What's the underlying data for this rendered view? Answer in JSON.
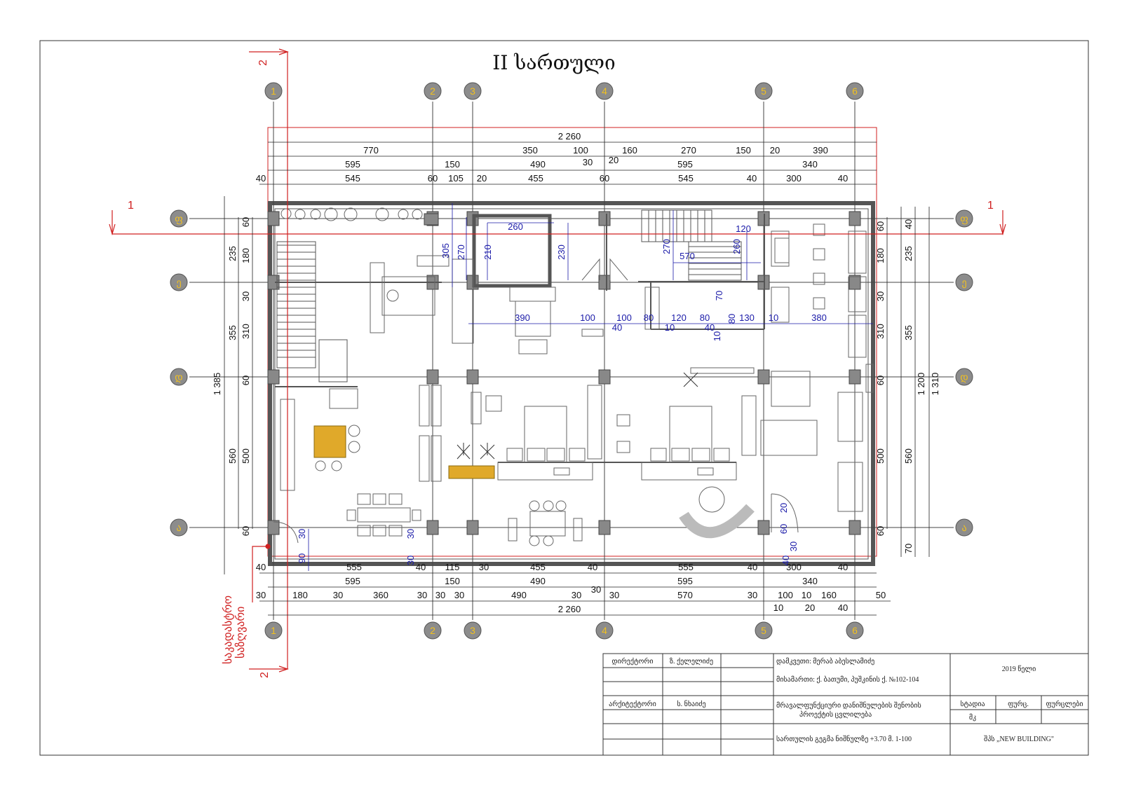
{
  "title": "II სართული",
  "axes": {
    "vertical": [
      "1",
      "2",
      "3",
      "4",
      "5",
      "6"
    ],
    "horizontal": [
      "ფ",
      "ე",
      "დ",
      "ა"
    ]
  },
  "section_marks": {
    "one": "1",
    "two": "2"
  },
  "boundary_label": [
    "საკადასტრო",
    "საზღვარი"
  ],
  "top_dims": {
    "total": "2 260",
    "row1": [
      "770",
      "350",
      "100",
      "160",
      "270",
      "150",
      "20",
      "390"
    ],
    "row1b": [
      "30",
      "20"
    ],
    "row2": [
      "595",
      "150",
      "490",
      "595",
      "340"
    ],
    "row3": [
      "40",
      "545",
      "60",
      "105",
      "20",
      "455",
      "60",
      "545",
      "40",
      "300",
      "40"
    ]
  },
  "bottom_dims": {
    "row1": [
      "40",
      "555",
      "40",
      "115",
      "30",
      "455",
      "40",
      "555",
      "40",
      "300",
      "40"
    ],
    "row2": [
      "595",
      "150",
      "490",
      "595",
      "340"
    ],
    "row2b": "30",
    "row3": [
      "30",
      "180",
      "30",
      "360",
      "30",
      "30",
      "30",
      "490",
      "30",
      "30",
      "570",
      "30",
      "100",
      "10",
      "160",
      "50"
    ],
    "row3b": [
      "10",
      "20",
      "40"
    ],
    "total": "2 260"
  },
  "left_dims": {
    "inner": [
      "60",
      "180",
      "30",
      "310",
      "60",
      "500",
      "60"
    ],
    "outer": [
      "235",
      "355",
      "560"
    ],
    "total": "1 385"
  },
  "right_dims": {
    "inner": [
      "60",
      "180",
      "30",
      "310",
      "60",
      "500",
      "60"
    ],
    "outer": [
      "40",
      "235",
      "355",
      "560",
      "70"
    ],
    "total1": "1 200",
    "total2": "1 310"
  },
  "interior_dims": [
    "305",
    "270",
    "260",
    "210",
    "230",
    "270",
    "570",
    "120",
    "260",
    "390",
    "100",
    "100",
    "80",
    "120",
    "80",
    "130",
    "10",
    "380",
    "40",
    "40",
    "70",
    "80",
    "10",
    "10",
    "30",
    "30",
    "90",
    "30",
    "20",
    "60",
    "30",
    "40"
  ],
  "title_block": {
    "director_label": "დირექტორი",
    "director_name": "ზ. ქელელიძე",
    "architect_label": "არქიტექტორი",
    "architect_name": "ს. ნხაიძე",
    "client": "დამკვეთი: მერაბ აბესლამიძე",
    "address": "მისამართი: ქ. ბათუმი, პუშკინის ქ. №102-104",
    "project_line1": "მრავალფუნქციური დანიშნულების შენობის",
    "project_line2": "პროექტის ცვლილება",
    "sheet_title": "სართულის გეგმა ნიშნულზე +3.70 მ. 1-100",
    "year": "2019 წელი",
    "stage_label": "სტადია",
    "sheet_label": "ფურც.",
    "sheets_label": "ფურცლები",
    "stage_value": "მკ",
    "company": "შპს „NEW BUILDING\""
  },
  "colors": {
    "axis_bubble": "#8c8c8c",
    "axis_text": "#f0c020",
    "red": "#d02020",
    "blue": "#1a1aa8",
    "furniture_yellow": "#e0a92a"
  }
}
